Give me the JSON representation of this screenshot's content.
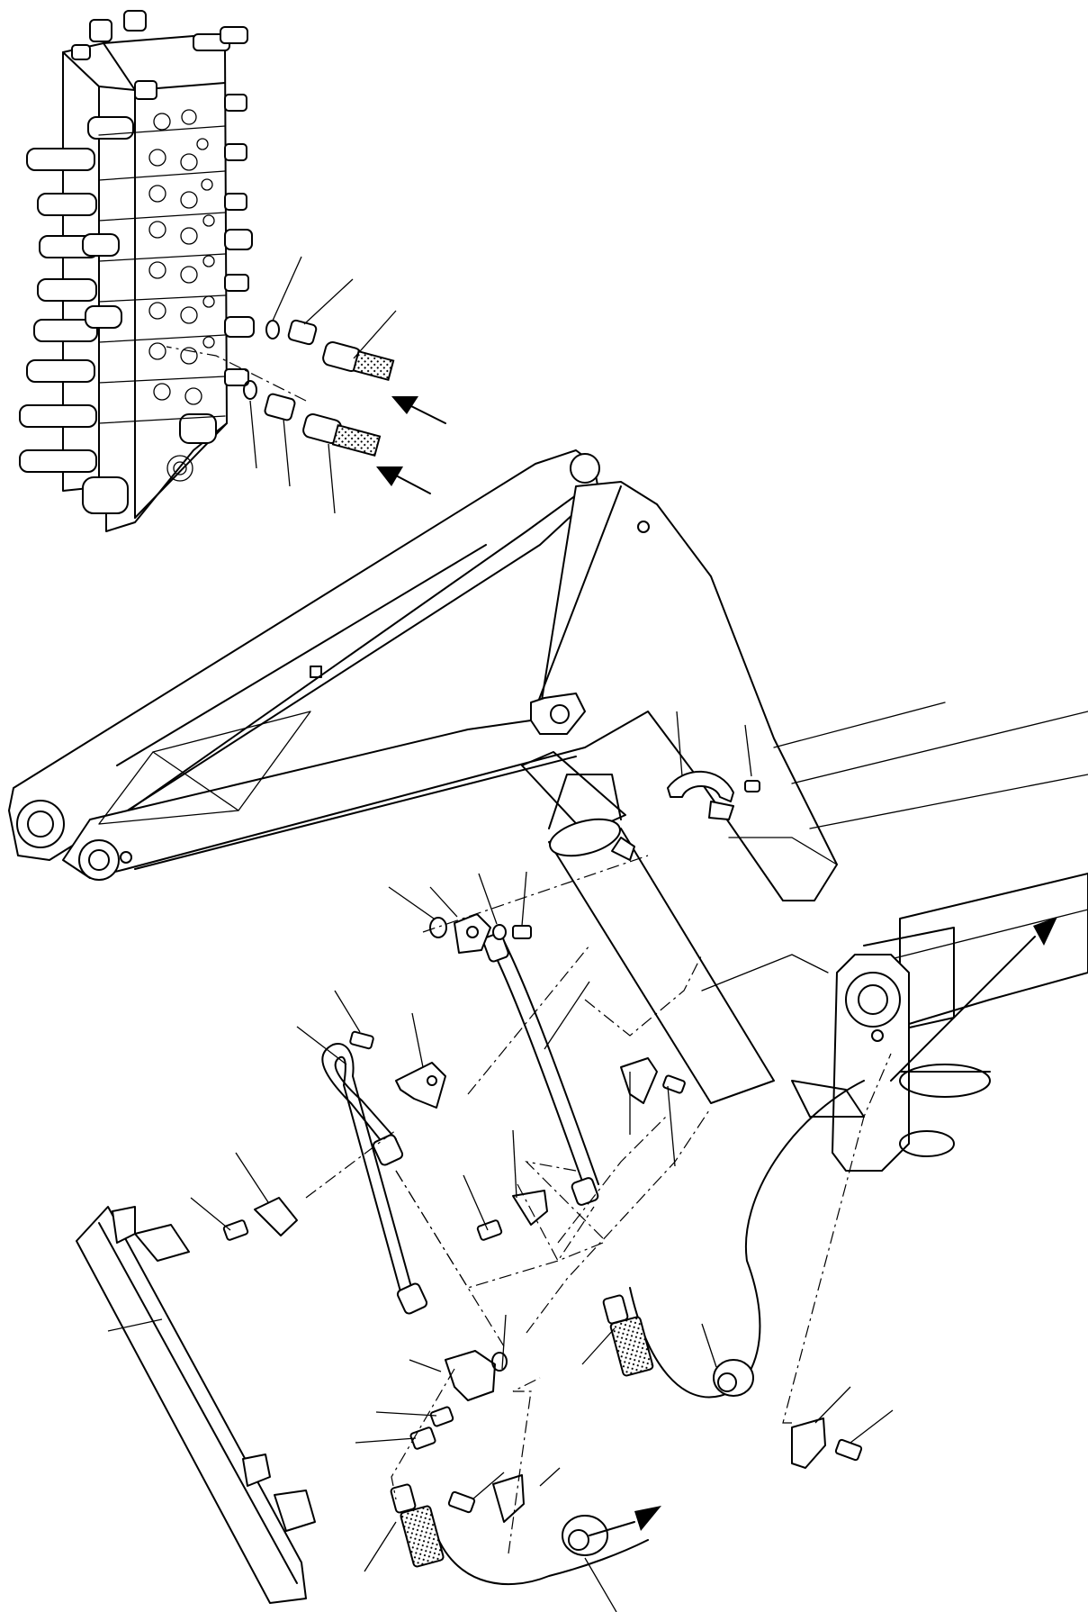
{
  "figure": {
    "title": "",
    "labels": []
  },
  "parts": {
    "control_valve": "control-valve",
    "boom": "boom",
    "boom_cylinder": "boom-cylinder",
    "guard": "hose-guard"
  },
  "icons": {
    "flow_arrow": "arrow-icon"
  }
}
